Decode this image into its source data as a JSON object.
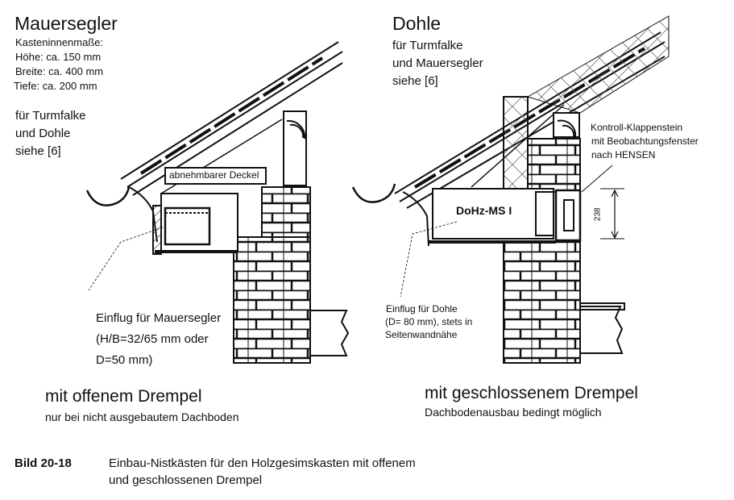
{
  "left": {
    "title": "Mauersegler",
    "dims_heading": "Kasteninnenmaße:",
    "dims": [
      "Höhe: ca. 150 mm",
      "Breite: ca. 400 mm",
      "Tiefe: ca. 200 mm"
    ],
    "ref": [
      "für Turmfalke",
      "und Dohle",
      "siehe [6]"
    ],
    "lid_label": "abnehmbarer Deckel",
    "entry": [
      "Einflug für Mauersegler",
      "(H/B=32/65 mm oder",
      "D=50 mm)"
    ],
    "variant": "mit offenem Drempel",
    "variant_note": "nur bei nicht ausgebautem  Dachboden"
  },
  "right": {
    "title": "Dohle",
    "ref": [
      "für Turmfalke",
      "und Mauersegler",
      "siehe [6]"
    ],
    "control": [
      "Kontroll-Klappenstein",
      "mit Beobachtungsfenster",
      "nach HENSEN"
    ],
    "box_label": "DoHz-MS I",
    "dimension": "238",
    "entry": [
      "Einflug für Dohle",
      "(D= 80 mm), stets in",
      "Seitenwandnähe"
    ],
    "variant": "mit geschlossenem Drempel",
    "variant_note": "Dachbodenausbau bedingt möglich"
  },
  "caption": {
    "number": "Bild 20-18",
    "text": [
      "Einbau-Nistkästen für den Holzgesimskasten mit offenem",
      "und geschlossenen Drempel"
    ]
  }
}
